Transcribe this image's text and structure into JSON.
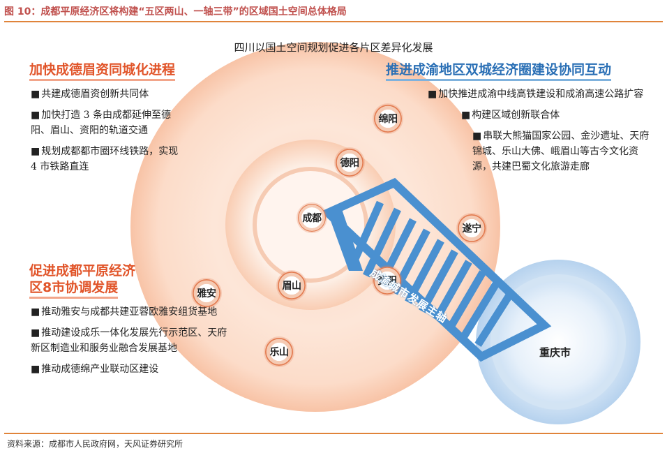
{
  "figure": {
    "title": "图 10：成都平原经济区将构建“五区两山、一轴三带”的区域国土空间总体格局",
    "source": "资料来源：成都市人民政府网，天风证券研究所"
  },
  "diagram": {
    "title": "四川以国土空间规划促进各片区差异化发展",
    "axis_label": "成渝城市发展主轴",
    "colors": {
      "orange": "#e1552a",
      "blue": "#2a6fb5",
      "stripe": "#4a90d0"
    }
  },
  "panels": {
    "top_left": {
      "heading": "加快成德眉资同城化进程",
      "items": [
        "共建成德眉资创新共同体",
        "加快打造 3 条由成都延伸至德阳、眉山、资阳的轨道交通",
        "规划成都都市圈环线铁路，实现 4 市铁路直连"
      ]
    },
    "bottom_left": {
      "heading_line1": "促进成都平原经济",
      "heading_line2": "区8市协调发展",
      "items": [
        "推动雅安与成都共建亚蓉欧雅安组货基地",
        "推动建设成乐一体化发展先行示范区、天府新区制造业和服务业融合发展基地",
        "推动成德绵产业联动区建设"
      ]
    },
    "top_right": {
      "heading": "推进成渝地区双城经济圈建设协同互动",
      "items": [
        "加快推进成渝中线高铁建设和成渝高速公路扩容",
        "构建区域创新联合体",
        "串联大熊猫国家公园、金沙遗址、天府锦城、乐山大佛、峨眉山等古今文化资源，共建巴蜀文化旅游走廊"
      ]
    }
  },
  "cities": {
    "mianyang": "绵阳",
    "deyang": "德阳",
    "chengdu": "成都",
    "suining": "遂宁",
    "yaan": "雅安",
    "meishan": "眉山",
    "ziyang": "资阳",
    "leshan": "乐山",
    "chongqing": "重庆市"
  }
}
